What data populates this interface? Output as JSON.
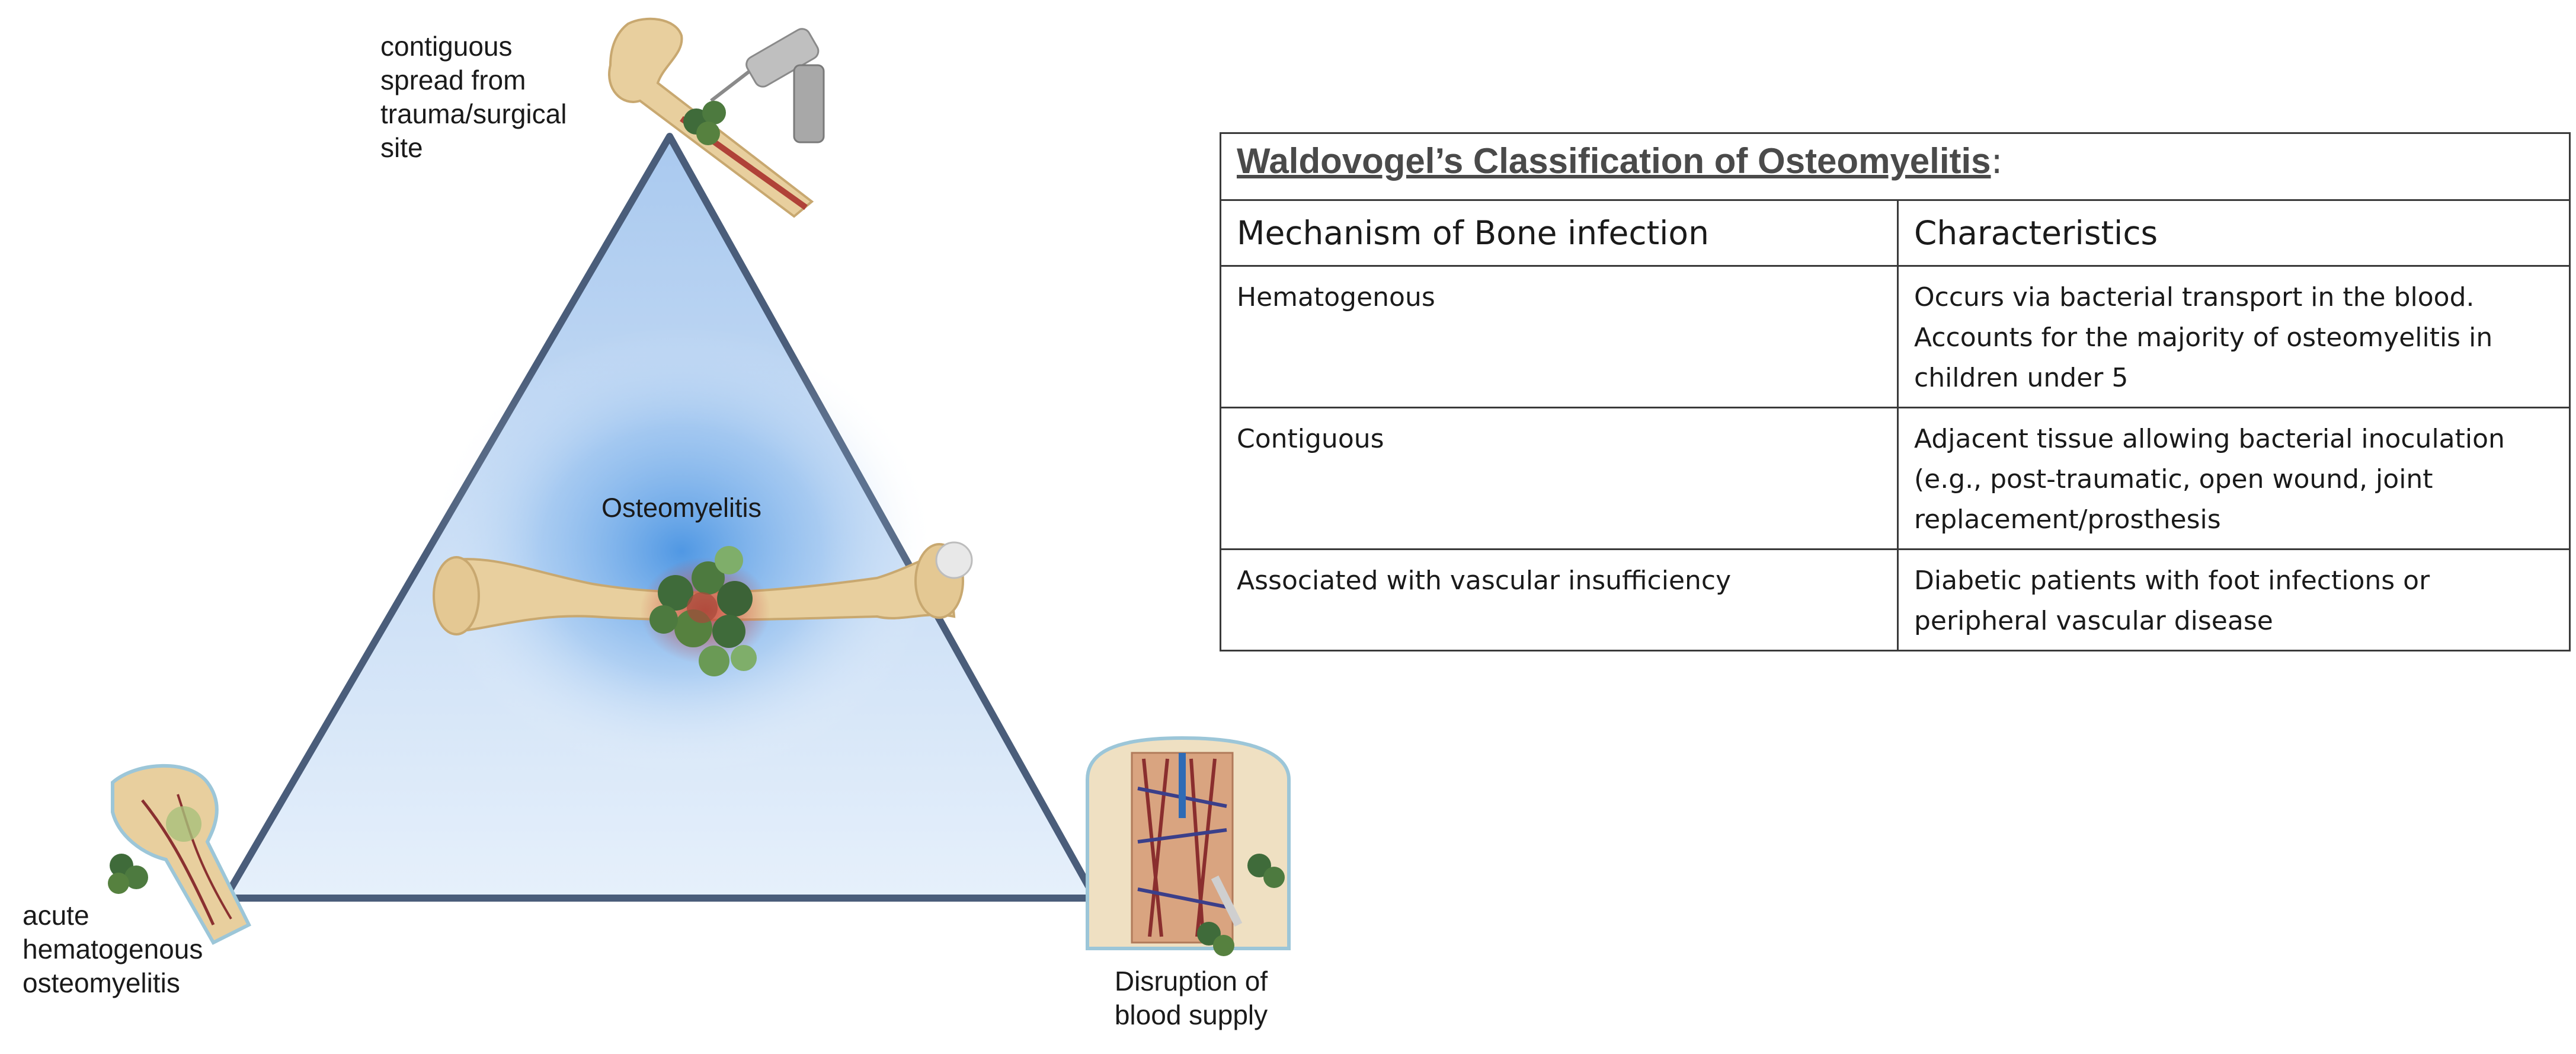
{
  "diagram": {
    "center_label": "Osteomyelitis",
    "top_label": "contiguous spread from trauma/surgical site",
    "left_label": "acute hematogenous osteomyelitis",
    "right_label": "Disruption of blood supply"
  },
  "table": {
    "title": "Waldovogel’s Classification of Osteomyelitis",
    "title_punct": ":",
    "headers": [
      "Mechanism of Bone infection",
      "Characteristics"
    ],
    "rows": [
      {
        "mechanism": "Hematogenous",
        "characteristics": "Occurs via bacterial transport in the blood. Accounts for the majority of osteomyelitis in children under 5"
      },
      {
        "mechanism": "Contiguous",
        "characteristics": "Adjacent tissue allowing bacterial inoculation (e.g., post-traumatic, open wound, joint replacement/prosthesis"
      },
      {
        "mechanism": "Associated with vascular insufficiency",
        "characteristics": "Diabetic patients with foot infections or peripheral vascular disease"
      }
    ]
  }
}
